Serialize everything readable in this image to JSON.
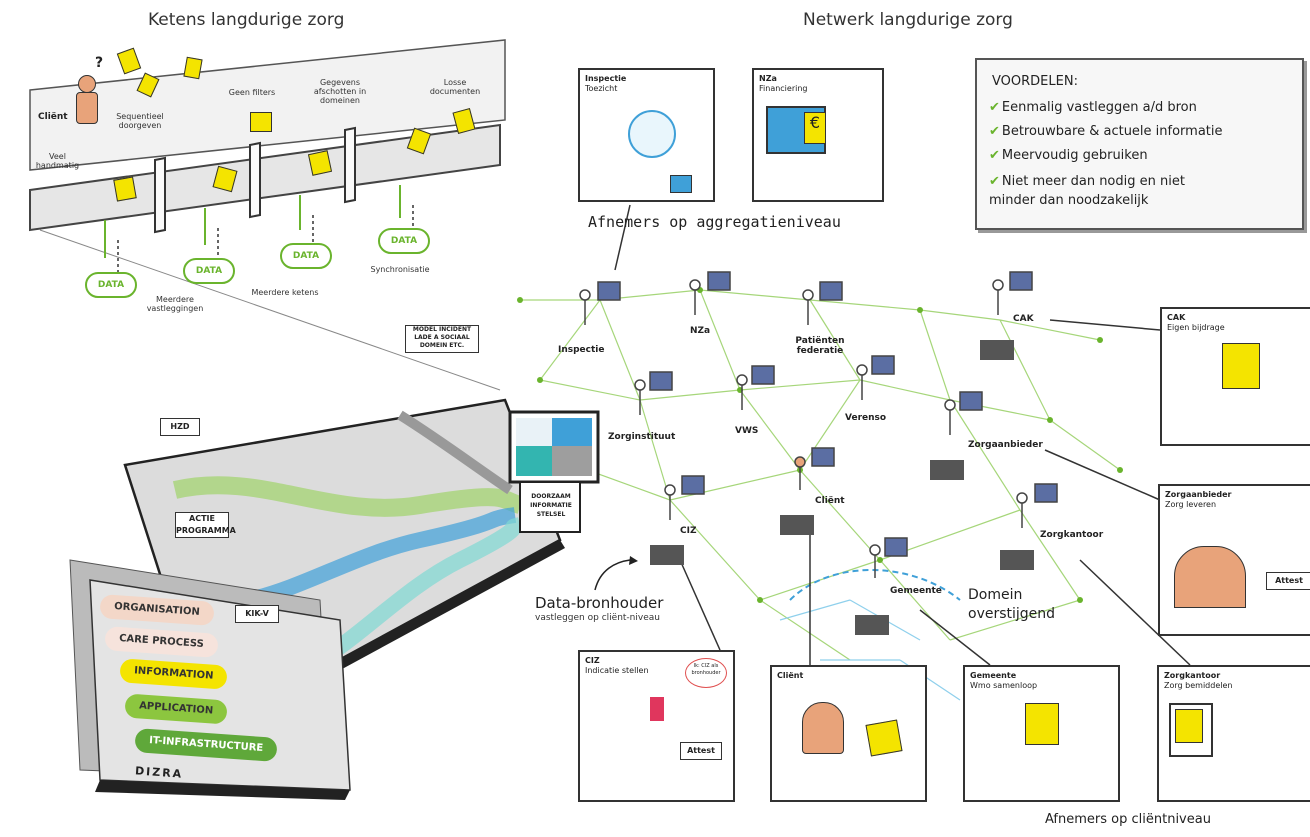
{
  "left_section": {
    "title": "Ketens langdurige zorg",
    "client_label": "Cliënt",
    "notes": [
      {
        "id": "veel",
        "text": "Veel handmatig"
      },
      {
        "id": "seq",
        "text": "Sequentieel doorgeven"
      },
      {
        "id": "filters",
        "text": "Geen filters"
      },
      {
        "id": "gegevens",
        "text": "Gegevens afschotten in domeinen"
      },
      {
        "id": "losse",
        "text": "Losse documenten"
      },
      {
        "id": "meerdere_v",
        "text": "Meerdere vastleggingen"
      },
      {
        "id": "meerdere_k",
        "text": "Meerdere ketens"
      },
      {
        "id": "sync",
        "text": "Synchronisatie"
      }
    ],
    "data_cloud_label": "DATA"
  },
  "center_section": {
    "signs": [
      "HZD",
      "ACTIE PROGRAMMA",
      "KIK-V",
      "MODEL INCIDENT LADE A SOCIAAL DOMEIN ETC."
    ],
    "screen_caption": "DOORZAAM INFORMATIE STELSEL",
    "layers": [
      "ORGANISATION",
      "CARE PROCESS",
      "INFORMATION",
      "APPLICATION",
      "IT-INFRASTRUCTURE"
    ],
    "dizra": "DIZRA",
    "data_bronhouder": "Data-bronhouder",
    "data_bronhouder_sub": "vastleggen op cliënt-niveau",
    "domein": "Domein overstijgend"
  },
  "right_section": {
    "title": "Netwerk langdurige zorg",
    "aggregatie_label": "Afnemers op aggregatieniveau",
    "clientniveau_label": "Afnemers op cliëntniveau",
    "voordelen": {
      "title": "VOORDELEN:",
      "items": [
        "Eenmalig vastleggen a/d bron",
        "Betrouwbare & actuele informatie",
        "Meervoudig gebruiken",
        "Niet meer dan nodig en niet minder dan noodzakelijk"
      ]
    },
    "nodes": [
      "Inspectie",
      "NZa",
      "Patiënten federatie",
      "CAK",
      "Zorginstituut",
      "VWS",
      "Verenso",
      "Zorgaanbieder",
      "CIZ",
      "Cliënt",
      "Zorgkantoor",
      "Gemeente"
    ],
    "boxes": [
      {
        "id": "inspectie",
        "title": "Inspectie",
        "sub": "Toezicht"
      },
      {
        "id": "nza",
        "title": "NZa",
        "sub": "Financiering"
      },
      {
        "id": "cak",
        "title": "CAK",
        "sub": "Eigen bijdrage"
      },
      {
        "id": "zorgaanbieder",
        "title": "Zorgaanbieder",
        "sub": "Zorg leveren",
        "badge": "Attest"
      },
      {
        "id": "ciz",
        "title": "CIZ",
        "sub": "Indicatie stellen",
        "badge": "Attest",
        "bubble": "Ik: CIZ als bronhouder"
      },
      {
        "id": "client",
        "title": "Cliënt",
        "sub": ""
      },
      {
        "id": "gemeente",
        "title": "Gemeente",
        "sub": "Wmo samenloop"
      },
      {
        "id": "zorgkantoor",
        "title": "Zorgkantoor",
        "sub": "Zorg bemiddelen"
      }
    ]
  },
  "colors": {
    "green": "#6ab42d",
    "blue": "#3fa0d8",
    "teal": "#33b5b0",
    "yellow": "#f4e400"
  }
}
